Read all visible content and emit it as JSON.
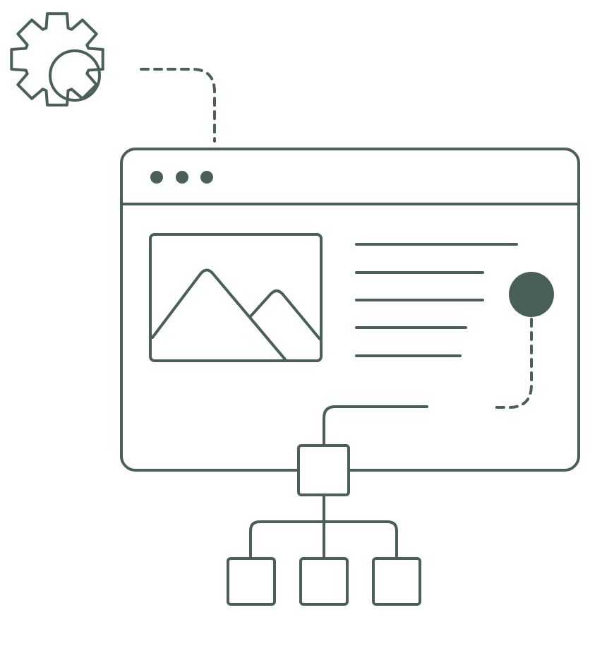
{
  "illustration": {
    "stroke_color": "#4a5f57",
    "background_color": "#ffffff",
    "parts": [
      "gear-icon",
      "browser-window",
      "window-control-dots",
      "image-placeholder",
      "text-lines",
      "connection-node",
      "hierarchy-tree"
    ]
  }
}
